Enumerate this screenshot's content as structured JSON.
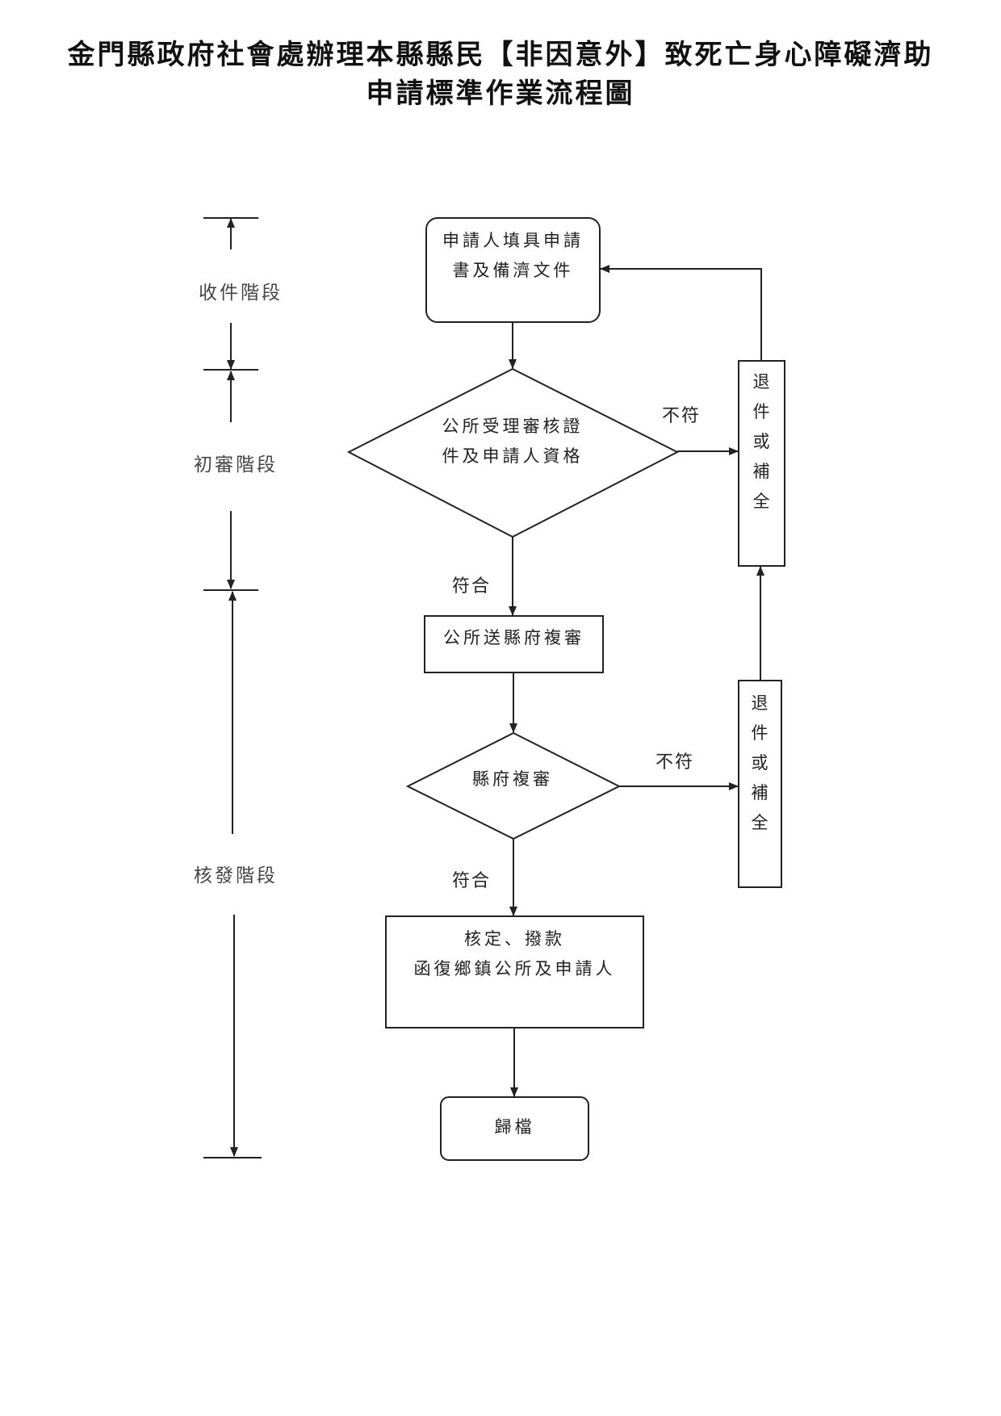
{
  "title": {
    "line1": "金門縣政府社會處辦理本縣縣民【非因意外】致死亡身心障礙濟助",
    "line2": "申請標準作業流程圖"
  },
  "stages": {
    "receive": "收件階段",
    "initial_review": "初審階段",
    "approval": "核發階段"
  },
  "nodes": {
    "apply": [
      "申請人填具申請",
      "書及備濟文件"
    ],
    "town_review": [
      "公所受理審核證",
      "件及申請人資格"
    ],
    "send_county": "公所送縣府複審",
    "county_review": "縣府複審",
    "approve": [
      "核定、撥款",
      "函復鄉鎮公所及申請人"
    ],
    "archive": "歸檔",
    "return1": [
      "退",
      "件",
      "或",
      "補",
      "全"
    ],
    "return2": [
      "退",
      "件",
      "或",
      "補",
      "全"
    ]
  },
  "edges": {
    "noncompliant1": "不符",
    "noncompliant2": "不符",
    "compliant1": "符合",
    "compliant2": "符合"
  }
}
